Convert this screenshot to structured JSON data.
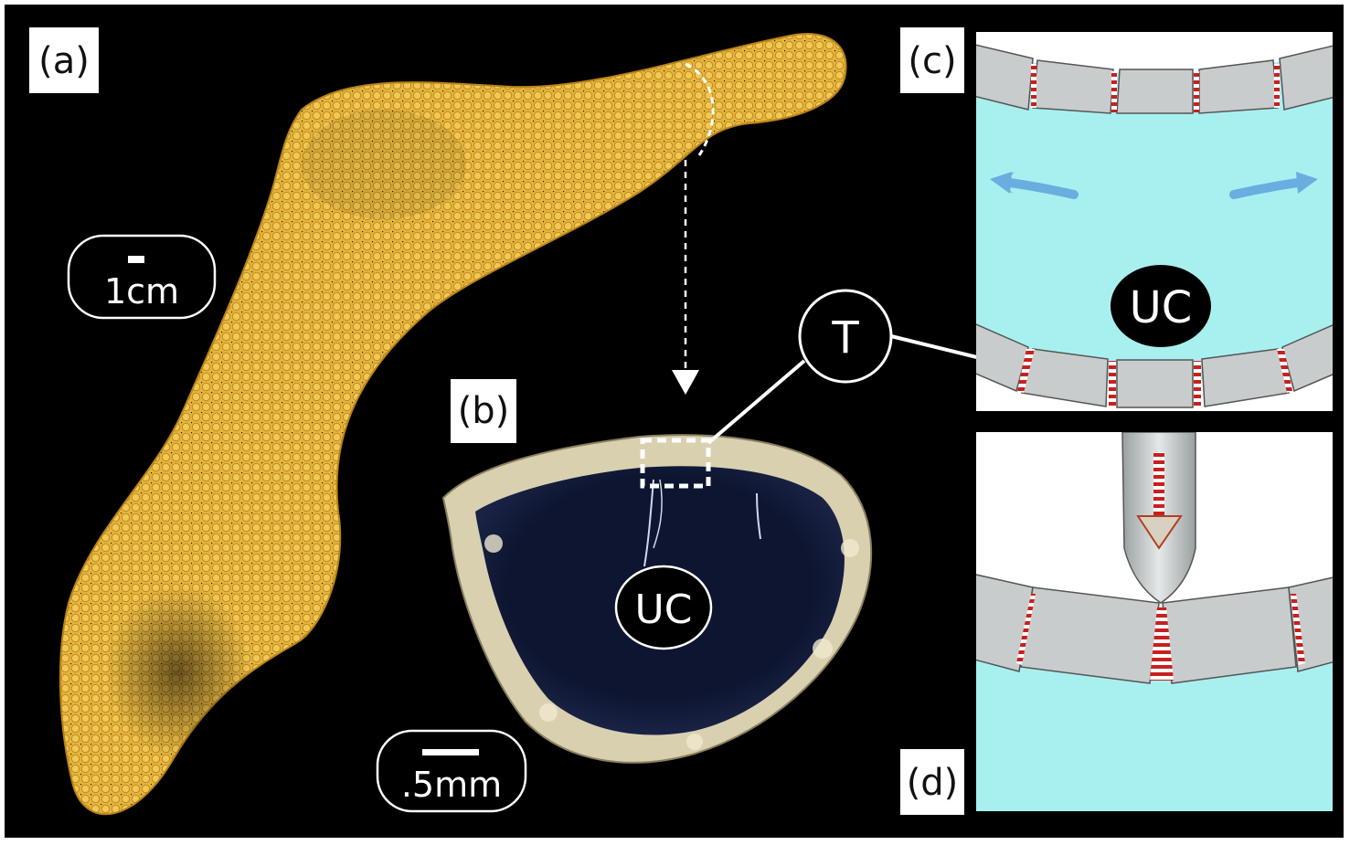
{
  "panels": {
    "a": {
      "label": "(a)",
      "scale": "1cm"
    },
    "b": {
      "label": "(b)",
      "scale": ".5mm",
      "center": "UC"
    },
    "c": {
      "label": "(c)",
      "center": "UC"
    },
    "d": {
      "label": "(d)"
    }
  },
  "callout": {
    "label": "T"
  },
  "colors": {
    "background": "#000000",
    "bone": "#e8b53a",
    "cavity": "#a8f0f0",
    "tile": "#c8cccc",
    "stripe": "#c82020",
    "arrow": "#6aaee0"
  }
}
